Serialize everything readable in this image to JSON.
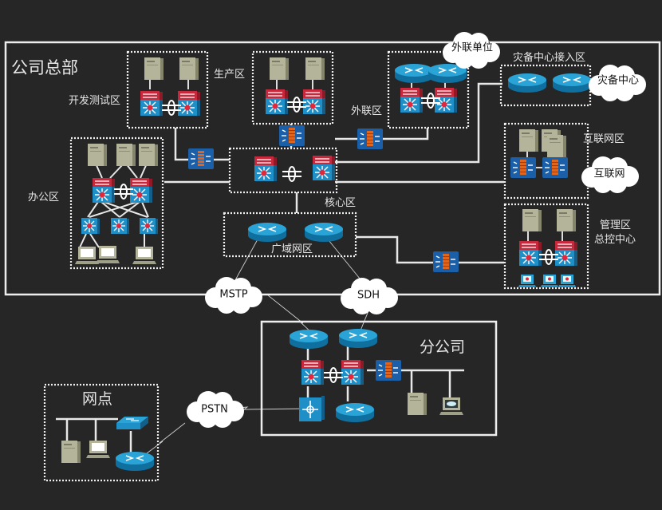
{
  "title": "公司总部",
  "zones": {
    "hq": {
      "label": "公司总部"
    },
    "dev_test": {
      "label": "开发测试区"
    },
    "production": {
      "label": "生产区"
    },
    "external": {
      "label": "外联区"
    },
    "dr_access": {
      "label": "灾备中心接入区"
    },
    "office": {
      "label": "办公区"
    },
    "core": {
      "label": "核心区"
    },
    "wan": {
      "label": "广域网区"
    },
    "internet_zone": {
      "label": "互联网区"
    },
    "management": {
      "label_line1": "管理区",
      "label_line2": "总控中心"
    },
    "branch": {
      "label": "分公司"
    },
    "outlet": {
      "label": "网点"
    }
  },
  "clouds": {
    "partner": "外联单位",
    "dr_center": "灾备中心",
    "internet": "互联网",
    "mstp": "MSTP",
    "sdh": "SDH",
    "pstn": "PSTN"
  },
  "colors": {
    "background": "#262626",
    "line": "#e8e8e8",
    "switch_blue": "#1f8fc8",
    "switch_red": "#c8283c",
    "firewall_blue": "#1a5fa8",
    "firewall_brick": "#e0661e",
    "server": "#b4b49a",
    "cloud": "#ffffff"
  }
}
